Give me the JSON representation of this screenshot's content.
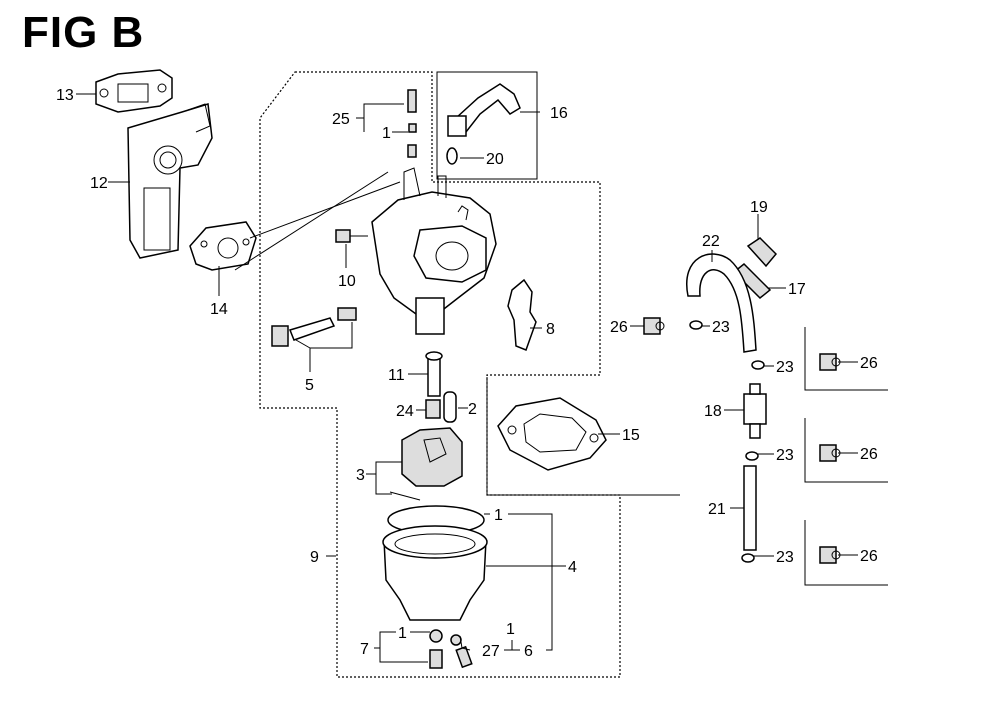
{
  "title": "FIG B",
  "callouts": {
    "c1a": "1",
    "c1b": "1",
    "c1c": "1",
    "c1d": "1",
    "c2": "2",
    "c3": "3",
    "c4": "4",
    "c5": "5",
    "c6": "6",
    "c7": "7",
    "c8": "8",
    "c9": "9",
    "c10": "10",
    "c11": "11",
    "c12": "12",
    "c13": "13",
    "c14": "14",
    "c15": "15",
    "c16": "16",
    "c17": "17",
    "c18": "18",
    "c19": "19",
    "c20": "20",
    "c21": "21",
    "c22": "22",
    "c23a": "23",
    "c23b": "23",
    "c23c": "23",
    "c23d": "23",
    "c24": "24",
    "c25": "25",
    "c26a": "26",
    "c26b": "26",
    "c26c": "26",
    "c26d": "26",
    "c27": "27"
  }
}
